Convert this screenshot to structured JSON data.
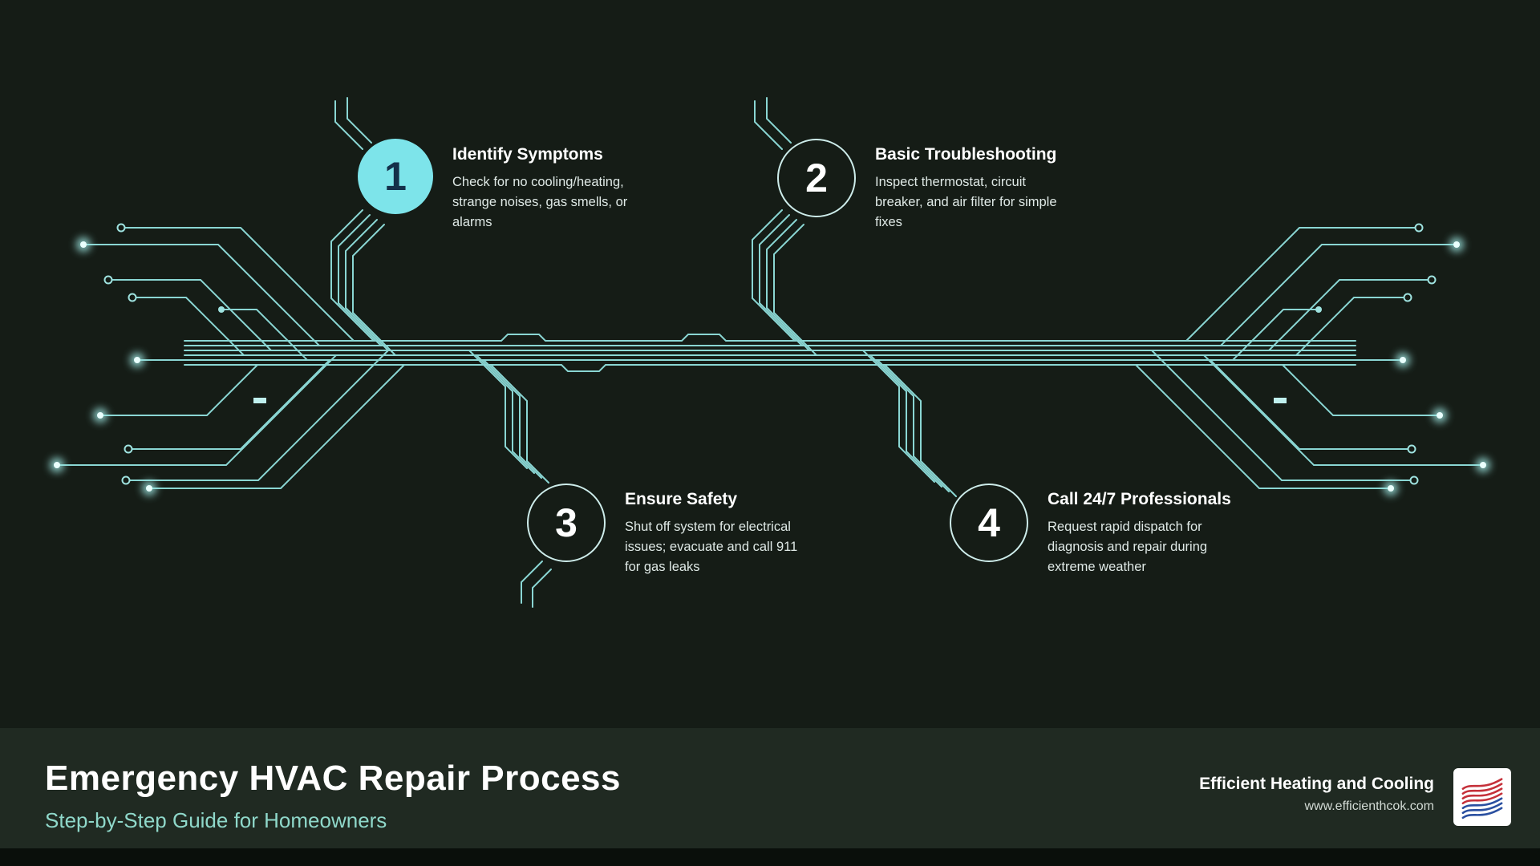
{
  "steps": [
    {
      "number": "1",
      "title": "Identify Symptoms",
      "description": "Check for no cooling/heating, strange noises, gas smells, or alarms"
    },
    {
      "number": "2",
      "title": "Basic Troubleshooting",
      "description": "Inspect thermostat, circuit breaker, and air filter for simple fixes"
    },
    {
      "number": "3",
      "title": "Ensure Safety",
      "description": "Shut off system for electrical issues; evacuate and call 911 for gas leaks"
    },
    {
      "number": "4",
      "title": "Call 24/7 Professionals",
      "description": "Request rapid dispatch for diagnosis and repair during extreme weather"
    }
  ],
  "footer": {
    "title": "Emergency HVAC Repair Process",
    "subtitle": "Step-by-Step Guide for Homeowners",
    "company": "Efficient Heating and Cooling",
    "website": "www.efficienthcok.com"
  },
  "colors": {
    "background": "#151c16",
    "footer_background": "#202a22",
    "trace_accent": "#8ad6d3",
    "step_one_fill": "#7de4ea",
    "subtitle_teal": "#8fd8ca",
    "logo_red": "#c5303a",
    "logo_blue": "#2a4fa0"
  }
}
